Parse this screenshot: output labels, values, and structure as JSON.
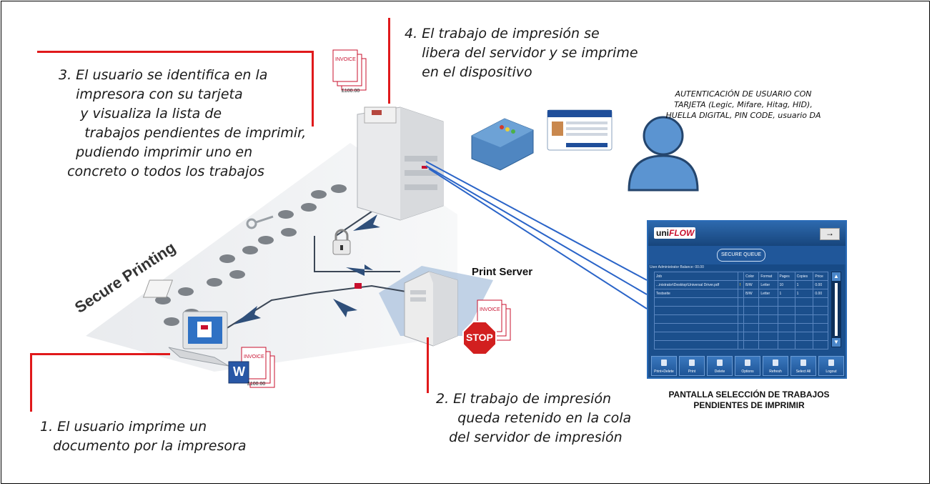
{
  "steps": {
    "step1": "1. El usuario imprime un\n   documento por la impresora",
    "step2": "2. El trabajo de impresión\n     queda retenido en la cola\n   del servidor de impresión",
    "step3": "3. El usuario se identifica en la\n    impresora con su tarjeta\n     y visualiza la lista de\n      trabajos pendientes de imprimir,\n    pudiendo imprimir uno en\n  concreto o todos los trabajos",
    "step4": "4. El trabajo de impresión se\n    libera del servidor y se imprime\n    en el dispositivo"
  },
  "labels": {
    "print_server": "Print Server",
    "secure_printing": "Secure Printing",
    "auth_text": "AUTENTICACIÓN DE USUARIO CON TARJETA (Legic, Mifare, Hitag, HID), HUELLA DIGITAL, PIN CODE, usuario DA",
    "panel_caption_line1": "PANTALLA SELECCIÓN DE TRABAJOS",
    "panel_caption_line2": "PENDIENTES DE IMPRIMIR",
    "invoice": "INVOICE",
    "amount": "£100.00",
    "stop": "STOP",
    "word_letter": "W"
  },
  "panel": {
    "logo_prefix": "uni",
    "logo_suffix": "FLOW",
    "queue_label": "SECURE QUEUE",
    "user_line": "User Administrator   Balance: 00.00",
    "columns": [
      "Job",
      "",
      "Color",
      "Format",
      "Pages",
      "Copies",
      "Price"
    ],
    "rows": [
      [
        "...inistrator\\Desktop\\Universal Driver.pdf",
        "!",
        "B/W",
        "Letter",
        "10",
        "1",
        "0.00"
      ],
      [
        "Testseite",
        "",
        "B/W",
        "Letter",
        "1",
        "1",
        "0.00"
      ]
    ],
    "buttons": [
      "Print+Delete",
      "Print",
      "Delete",
      "Options",
      "Refresh",
      "Select All",
      "Logout"
    ]
  },
  "colors": {
    "accent_red": "#e0191b",
    "panel_blue": "#1b4f8c",
    "connector_blue": "#2a64c8"
  }
}
